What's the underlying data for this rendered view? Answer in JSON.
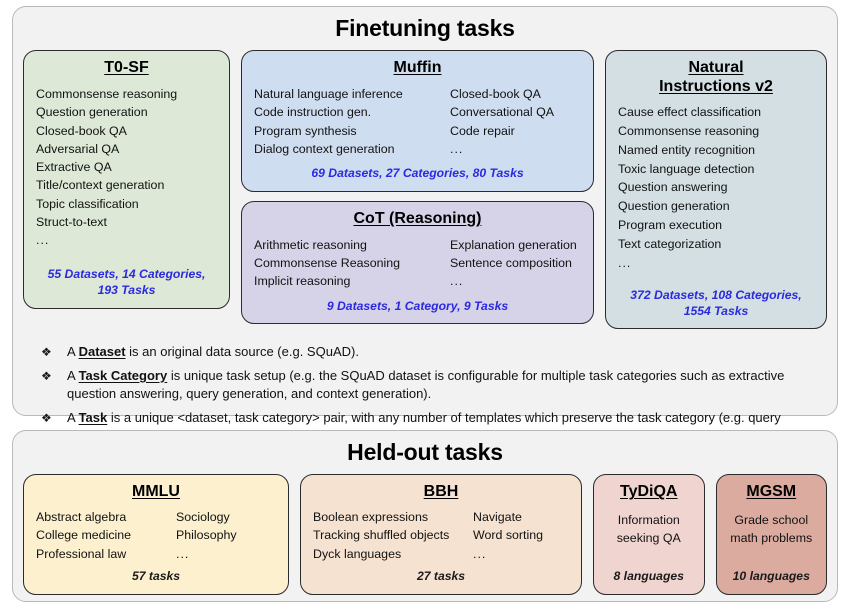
{
  "finetuning": {
    "title": "Finetuning tasks",
    "cards": [
      {
        "name": "t0sf",
        "title": "T0-SF",
        "color": "#dde8d6",
        "items_left": [
          "Commonsense reasoning",
          "Question generation",
          "Closed-book QA",
          "Adversarial QA",
          "Extractive QA",
          "Title/context generation",
          "Topic classification",
          "Struct-to-text",
          "..."
        ],
        "stat": "55 Datasets, 14 Categories, 193 Tasks",
        "stat_color": "#2a2ae0"
      },
      {
        "name": "muffin",
        "title": "Muffin",
        "color": "#cfddf0",
        "items_left": [
          "Natural language inference",
          "Code instruction gen.",
          "Program synthesis",
          "Dialog context generation"
        ],
        "items_right": [
          "Closed-book QA",
          "Conversational QA",
          "Code repair",
          "..."
        ],
        "stat": "69 Datasets, 27 Categories, 80 Tasks",
        "stat_color": "#2a2ae0"
      },
      {
        "name": "cot",
        "title": "CoT (Reasoning)",
        "color": "#d6d2e8",
        "items_left": [
          "Arithmetic reasoning",
          "Commonsense Reasoning",
          "Implicit reasoning"
        ],
        "items_right": [
          "Explanation generation",
          "Sentence composition",
          "..."
        ],
        "stat": "9 Datasets, 1 Category, 9 Tasks",
        "stat_color": "#2a2ae0"
      },
      {
        "name": "natural-instructions-v2",
        "title_line1": "Natural",
        "title_line2": "Instructions v2",
        "color": "#d3dfe3",
        "items_left": [
          "Cause effect classification",
          "Commonsense reasoning",
          "Named entity recognition",
          "Toxic language detection",
          "Question answering",
          "Question generation",
          "Program execution",
          "Text categorization",
          "..."
        ],
        "stat": "372 Datasets, 108 Categories, 1554 Tasks",
        "stat_color": "#2a2ae0"
      }
    ],
    "definitions": [
      {
        "bullet": "diamond-bullet",
        "pre": "A ",
        "term": "Dataset",
        "post": " is an original data source (e.g. SQuAD)."
      },
      {
        "bullet": "diamond-bullet",
        "pre": "A ",
        "term": "Task Category",
        "post": " is unique task setup (e.g. the SQuAD dataset is configurable for multiple task categories such as extractive question answering, query generation, and context generation)."
      },
      {
        "bullet": "diamond-bullet",
        "pre": "A ",
        "term": "Task",
        "post": " is a unique <dataset, task category> pair, with any number of templates which preserve the task category (e.g. query generation on the SQuAD dataset.)"
      }
    ]
  },
  "heldout": {
    "title": "Held-out tasks",
    "cards": [
      {
        "name": "mmlu",
        "title": "MMLU",
        "color": "#fcf0cf",
        "items_left": [
          "Abstract algebra",
          "College medicine",
          "Professional law"
        ],
        "items_right": [
          "Sociology",
          "Philosophy",
          "..."
        ],
        "stat": "57 tasks",
        "stat_color": "#1a1a1a"
      },
      {
        "name": "bbh",
        "title": "BBH",
        "color": "#f6e2d0",
        "items_left": [
          "Boolean expressions",
          "Tracking shuffled objects",
          "Dyck languages"
        ],
        "items_right": [
          "Navigate",
          "Word sorting",
          "..."
        ],
        "stat": "27 tasks",
        "stat_color": "#1a1a1a"
      },
      {
        "name": "tydiqa",
        "title": "TyDiQA",
        "color": "#f0d4d0",
        "desc_line1": "Information",
        "desc_line2": "seeking QA",
        "stat": "8 languages",
        "stat_color": "#1a1a1a"
      },
      {
        "name": "mgsm",
        "title": "MGSM",
        "color": "#dcab9f",
        "desc_line1": "Grade school",
        "desc_line2": "math problems",
        "stat": "10 languages",
        "stat_color": "#1a1a1a"
      }
    ]
  }
}
